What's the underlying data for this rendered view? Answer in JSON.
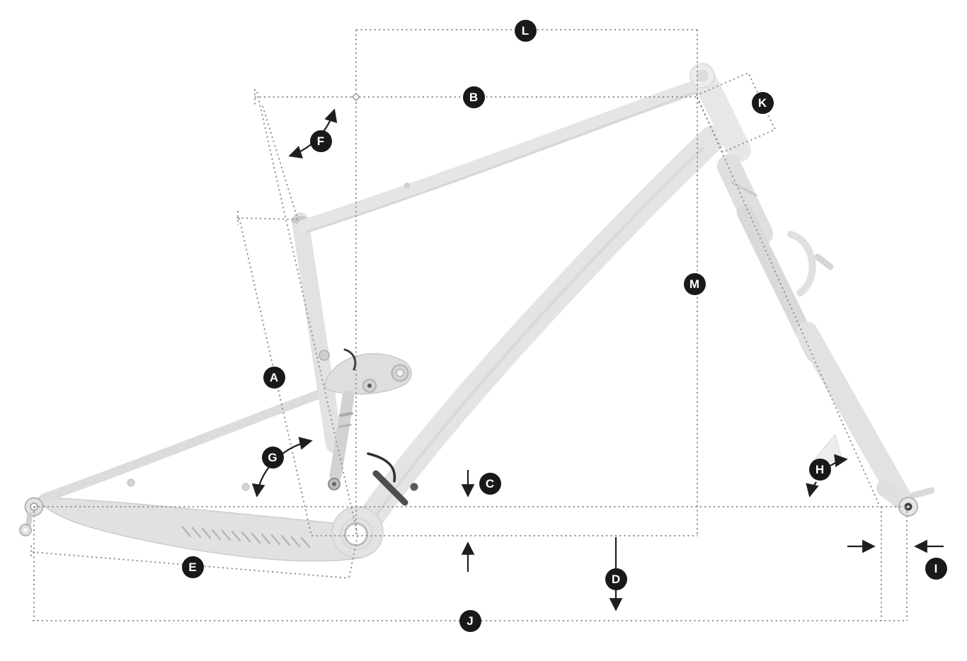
{
  "diagram": {
    "kind": "bike-frame-geometry-diagram",
    "background_color": "#ffffff",
    "badge_color": "#191919",
    "badge_text_color": "#ffffff",
    "dotted_line_color": "#949494",
    "arrow_color": "#1f1f1f",
    "frame_color": "#e4e4e4",
    "labels": [
      {
        "id": "L"
      },
      {
        "id": "B"
      },
      {
        "id": "F"
      },
      {
        "id": "K"
      },
      {
        "id": "M"
      },
      {
        "id": "A"
      },
      {
        "id": "G"
      },
      {
        "id": "C"
      },
      {
        "id": "H"
      },
      {
        "id": "E"
      },
      {
        "id": "D"
      },
      {
        "id": "I"
      },
      {
        "id": "J"
      }
    ]
  }
}
